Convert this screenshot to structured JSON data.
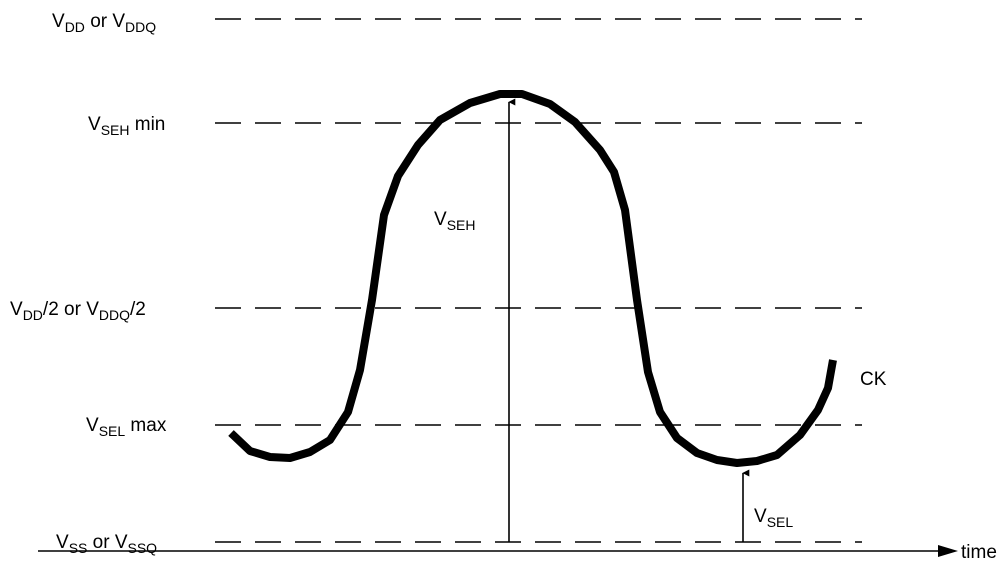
{
  "levels": {
    "vdd": {
      "prefix": "V",
      "sub1": "DD",
      "mid": " or V",
      "sub2": "DDQ",
      "suffix": ""
    },
    "vseh_min": {
      "prefix": "V",
      "sub1": "SEH",
      "mid": " min",
      "sub2": "",
      "suffix": ""
    },
    "vdd_half": {
      "prefix": "V",
      "sub1": "DD",
      "mid": "/2 or V",
      "sub2": "DDQ",
      "suffix": "/2"
    },
    "vsel_max": {
      "prefix": "V",
      "sub1": "SEL",
      "mid": " max",
      "sub2": "",
      "suffix": ""
    },
    "vss": {
      "prefix": "V",
      "sub1": "SS",
      "mid": " or V",
      "sub2": "SSQ",
      "suffix": ""
    }
  },
  "annotations": {
    "vseh": {
      "prefix": "V",
      "sub": "SEH"
    },
    "vsel": {
      "prefix": "V",
      "sub": "SEL"
    }
  },
  "signal_label": "CK",
  "time_axis_label": "time"
}
